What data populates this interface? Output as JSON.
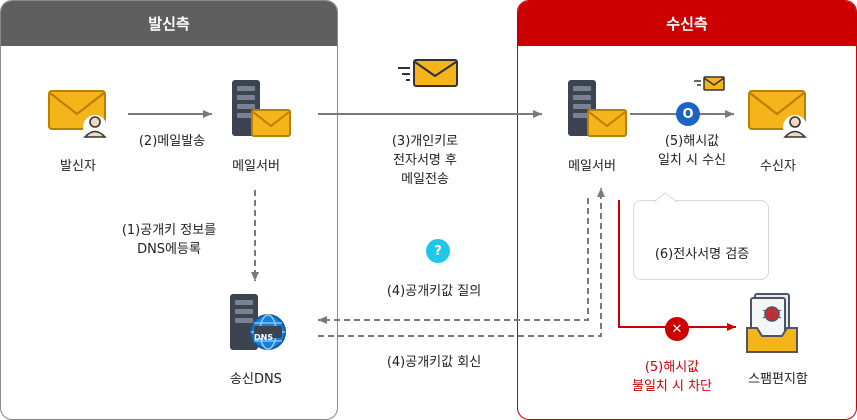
{
  "sender_panel": {
    "title": "발신측"
  },
  "receiver_panel": {
    "title": "수신측"
  },
  "nodes": {
    "sender": "발신자",
    "sender_mail_server": "메일서버",
    "sender_dns": "송신DNS",
    "receiver_mail_server": "메일서버",
    "receiver": "수신자",
    "spam_box": "스팸편지함"
  },
  "steps": {
    "step1": [
      "(1)공개키 정보를",
      "DNS에등록"
    ],
    "step2": "(2)메일발송",
    "step3": [
      "(3)개인키로",
      "전자서명 후",
      "메일전송"
    ],
    "step4_query": "(4)공개키값 질의",
    "step4_reply": "(4)공개키값 회신",
    "step5_match": [
      "(5)해시값",
      "일치 시 수신"
    ],
    "step5_mismatch": [
      "(5)해시값",
      "불일치 시 차단"
    ],
    "step6": "(6)전사서명 검증"
  },
  "badges": {
    "match": "O",
    "mismatch": "✕",
    "question": "?"
  },
  "colors": {
    "red": "#cc0000",
    "gray": "#5f5f5f",
    "blue": "#1b63c6",
    "cyan": "#1ec8e6",
    "envelope": "#f5b41a",
    "server": "#3d4451"
  }
}
